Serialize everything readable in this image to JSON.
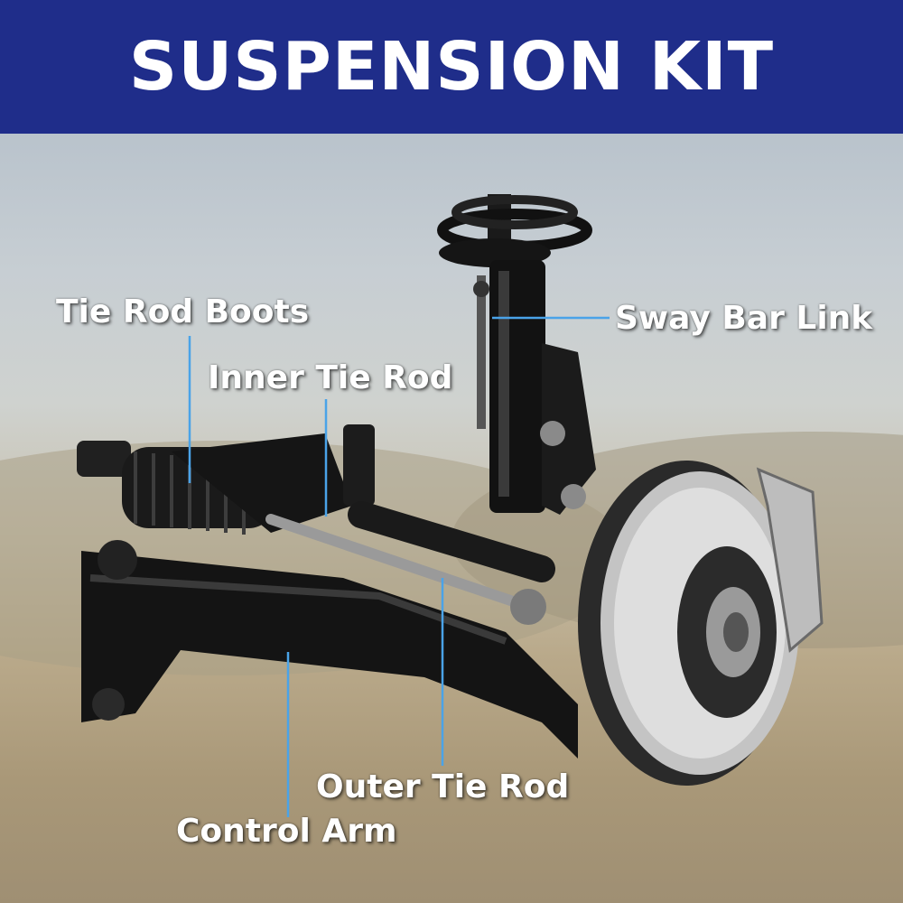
{
  "title": "SUSPENSION KIT",
  "labels": {
    "tie_rod_boots": "Tie Rod Boots",
    "inner_tie_rod": "Inner Tie Rod",
    "sway_bar_link": "Sway Bar Link",
    "outer_tie_rod": "Outer Tie Rod",
    "control_arm": "Control Arm"
  },
  "colors": {
    "banner": "#1f2d8a",
    "leader_line": "#4aa3e8"
  }
}
